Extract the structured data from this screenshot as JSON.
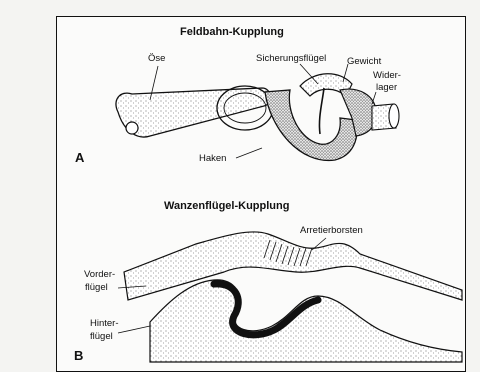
{
  "panel_a": {
    "title": "Feldbahn-Kupplung",
    "letter": "A",
    "labels": {
      "oese": "Öse",
      "sicherungsfluegel": "Sicherungsflügel",
      "gewicht": "Gewicht",
      "widerlager_1": "Wider-",
      "widerlager_2": "lager",
      "haken": "Haken"
    }
  },
  "panel_b": {
    "title": "Wanzenflügel-Kupplung",
    "letter": "B",
    "labels": {
      "arretierborsten": "Arretierborsten",
      "vorderfluegel_1": "Vorder-",
      "vorderfluegel_2": "flügel",
      "hinterfluegel_1": "Hinter-",
      "hinterfluegel_2": "flügel"
    }
  }
}
